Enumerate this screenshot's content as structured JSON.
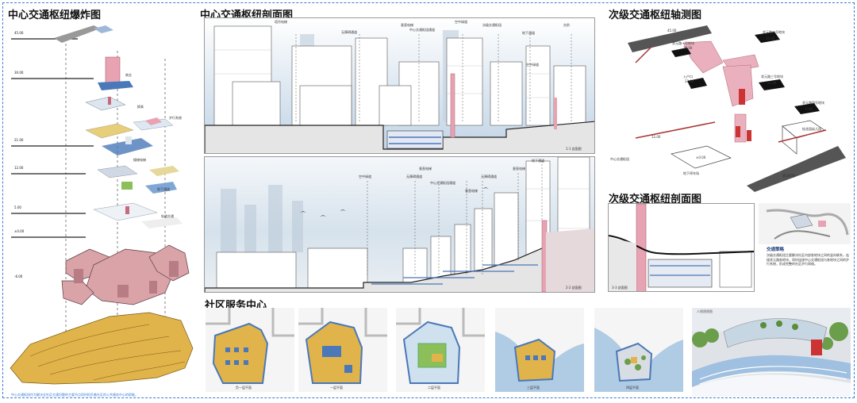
{
  "titles": {
    "explosion": "中心交通枢纽爆炸图",
    "section_center": "中心交通枢纽剖面图",
    "axon_secondary": "次级交通枢纽轴测图",
    "section_secondary": "次级交通枢纽剖面图",
    "community": "社区服务中心"
  },
  "explosion": {
    "levels": [
      "45.00",
      "30.00",
      "21.00",
      "12.00",
      "5.00",
      "±0.00",
      "-6.00"
    ],
    "labels": [
      "商业",
      "换乘",
      "步行系统",
      "楼梯电梯",
      "地下通道",
      "轨道交通"
    ],
    "footnote": "中心交通枢纽作为解决全社区交通问题的主要节点同时担负着社区的公共服务中心的职能。"
  },
  "section1": {
    "labels": [
      "塔吊电梯",
      "无障碍通道",
      "垂直电梯",
      "中心交通枢纽通道",
      "空中绿道",
      "次级交通枢纽",
      "地下通道",
      "台阶",
      "空中绿道"
    ],
    "caption": "1-1 剖面图"
  },
  "section2": {
    "labels": [
      "地下通道",
      "垂直电梯",
      "空中绿道",
      "无障碍通道",
      "中心交通枢纽通道",
      "无障碍通道",
      "垂直电梯",
      "垂直电梯"
    ],
    "caption": "2-2 剖面图"
  },
  "axon": {
    "labels": [
      "状元路一号地块",
      "状元路二号地块",
      "状元路三号地块",
      "状元路四号地块",
      "入户口",
      "中心交通枢纽",
      "地下停车场",
      "桂花园幼儿园",
      "黄泥磅路"
    ],
    "levels": [
      "45.00",
      "35.00",
      "30.00",
      "23.00",
      "21.00",
      "12.00",
      "6.00",
      "±0.00"
    ]
  },
  "section3": {
    "caption": "3-3 剖面图",
    "strategy_title": "交通策略",
    "strategy_text": "次级交通枢纽主要解决社区内部各地块之间的竖向联系，连接状元路各地块，同时连接中心交通枢纽与各地块之间的步行系统，形成完整的社区步行网络。"
  },
  "community": {
    "floors": [
      "负一层平面",
      "一层平面",
      "二层平面",
      "三层平面",
      "四层平面"
    ],
    "render_caption": "人视透视图"
  },
  "colors": {
    "accent_pink": "#e8a3b3",
    "accent_blue": "#4a78b8",
    "accent_yellow": "#e0b44a",
    "accent_green": "#8cbf5a",
    "frame_blue": "#3a7bd5"
  }
}
